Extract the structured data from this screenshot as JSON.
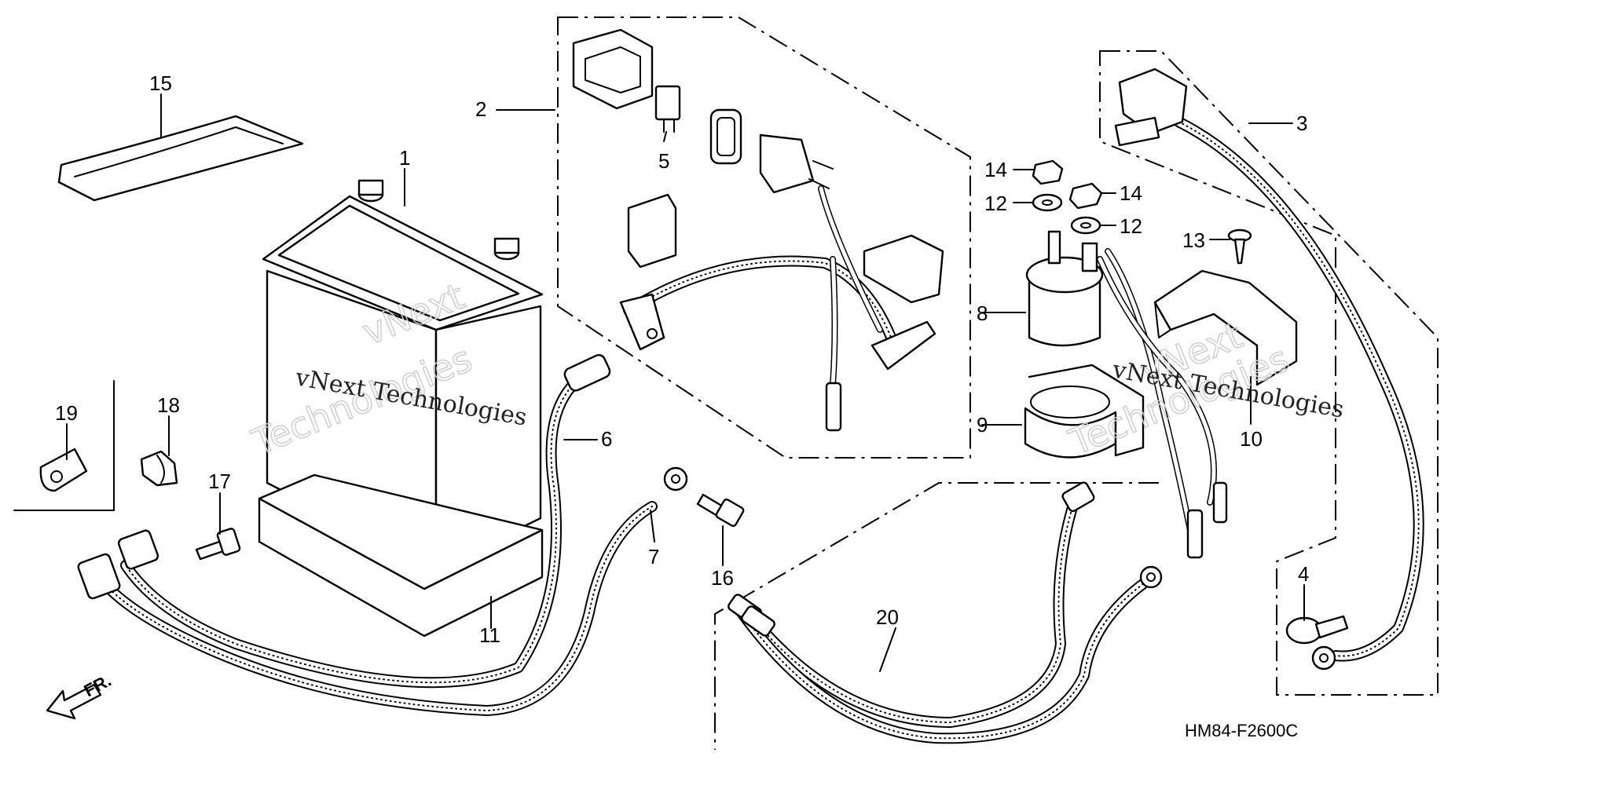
{
  "diagram_code": "HM84-F2600C",
  "direction_label": "FR.",
  "watermark": {
    "brand": "vNext Technologies",
    "outline_top": "vNext",
    "outline_bottom": "Technologies"
  },
  "callouts": [
    "1",
    "2",
    "3",
    "4",
    "5",
    "6",
    "7",
    "8",
    "9",
    "10",
    "11",
    "12",
    "12",
    "13",
    "14",
    "14",
    "15",
    "16",
    "17",
    "18",
    "19",
    "20"
  ]
}
